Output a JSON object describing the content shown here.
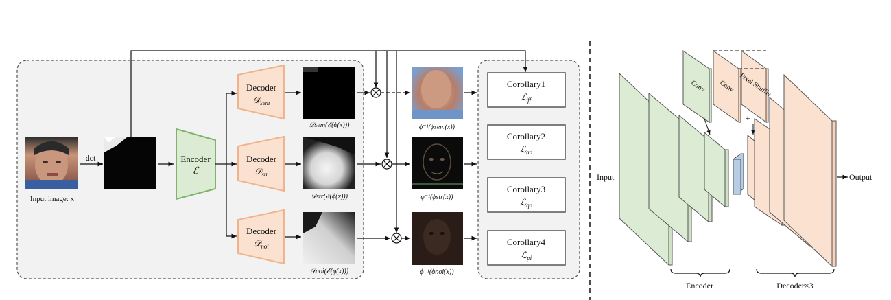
{
  "left_panel": {
    "input_caption": "Input image: x",
    "dct_label": "dct",
    "encoder": {
      "title": "Encoder",
      "symbol": "ℰ"
    },
    "decoders": [
      {
        "title": "Decoder",
        "symbol": "𝒟",
        "sub": "sem",
        "output_caption": "𝒟sem(ℰ(ϕ(x)))",
        "inverse_caption": "ϕ⁻¹(ϕsem(x))"
      },
      {
        "title": "Decoder",
        "symbol": "𝒟",
        "sub": "str",
        "output_caption": "𝒟str(ℰ(ϕ(x)))",
        "inverse_caption": "ϕ⁻¹(ϕstr(x))"
      },
      {
        "title": "Decoder",
        "symbol": "𝒟",
        "sub": "noi",
        "output_caption": "𝒟noi(ℰ(ϕ(x)))",
        "inverse_caption": "ϕ⁻¹(ϕnoi(x))"
      }
    ],
    "multiply_symbol": "⊗",
    "corollaries": [
      {
        "title": "Corollary1",
        "loss": "ℒ",
        "sub": "ff"
      },
      {
        "title": "Corollary2",
        "loss": "ℒ",
        "sub": "ad"
      },
      {
        "title": "Corollary3",
        "loss": "ℒ",
        "sub": "qa"
      },
      {
        "title": "Corollary4",
        "loss": "ℒ",
        "sub": "pi"
      }
    ]
  },
  "right_panel": {
    "input_label": "Input",
    "output_label": "Output",
    "conv_label_1": "Conv",
    "conv_label_2": "Conv",
    "pixel_shuffle_label": "Pixel Shuffle",
    "plus_symbol": "+",
    "encoder_brace_label": "Encoder",
    "decoder_brace_label": "Decoder×3"
  },
  "colors": {
    "encoder_green": "#dcebd4",
    "encoder_green_stroke": "#7fb36b",
    "decoder_orange": "#fbe1d0",
    "decoder_orange_stroke": "#f0b48c",
    "latent_blue": "#b7cde6",
    "panel_bg": "#f2f2f2"
  }
}
